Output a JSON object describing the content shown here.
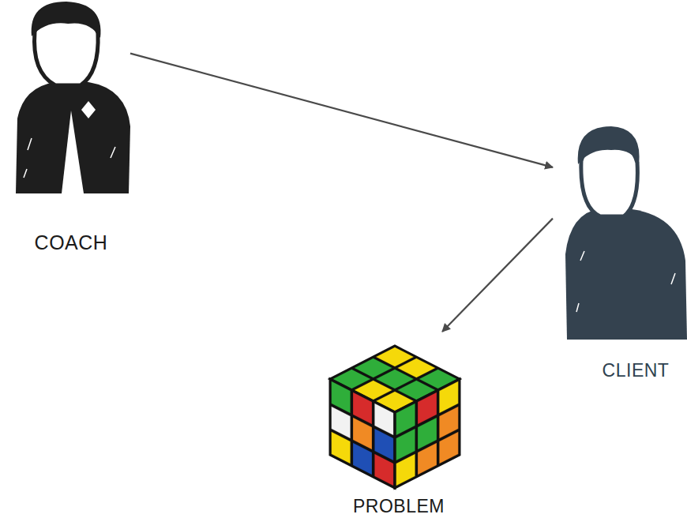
{
  "diagram": {
    "nodes": [
      {
        "text": [
          "COACH"
        ]
      },
      {
        "text": [
          "CLIENT"
        ]
      },
      {
        "text": [
          "PROBLEM"
        ]
      }
    ],
    "edges": [
      {
        "from": 0,
        "to": 1,
        "arrow": "to"
      },
      {
        "from": 1,
        "to": 2,
        "arrow": "to"
      }
    ]
  }
}
